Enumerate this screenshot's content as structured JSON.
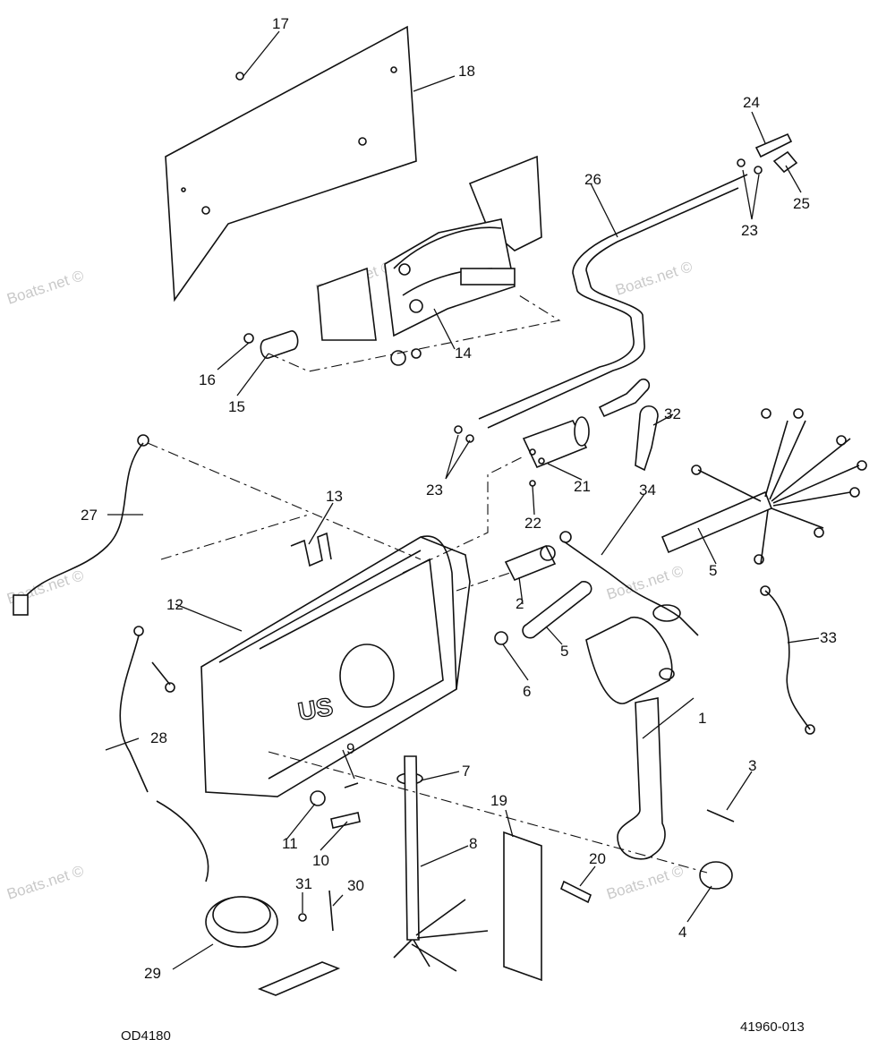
{
  "diagram": {
    "callouts": {
      "p1": "1",
      "p2": "2",
      "p3": "3",
      "p4": "4",
      "p5a": "5",
      "p5b": "5",
      "p6": "6",
      "p7": "7",
      "p8": "8",
      "p9": "9",
      "p10": "10",
      "p11": "11",
      "p12": "12",
      "p13": "13",
      "p14": "14",
      "p15": "15",
      "p16": "16",
      "p17": "17",
      "p18": "18",
      "p19": "19",
      "p20": "20",
      "p21": "21",
      "p22": "22",
      "p23a": "23",
      "p23b": "23",
      "p24": "24",
      "p25": "25",
      "p26": "26",
      "p27": "27",
      "p28": "28",
      "p29": "29",
      "p30": "30",
      "p31": "31",
      "p32": "32",
      "p33": "33",
      "p34": "34"
    },
    "housing_lettering": "US",
    "watermark": "Boats.net ©",
    "drawing_number": "41960-013",
    "corner_code": "OD4180"
  }
}
